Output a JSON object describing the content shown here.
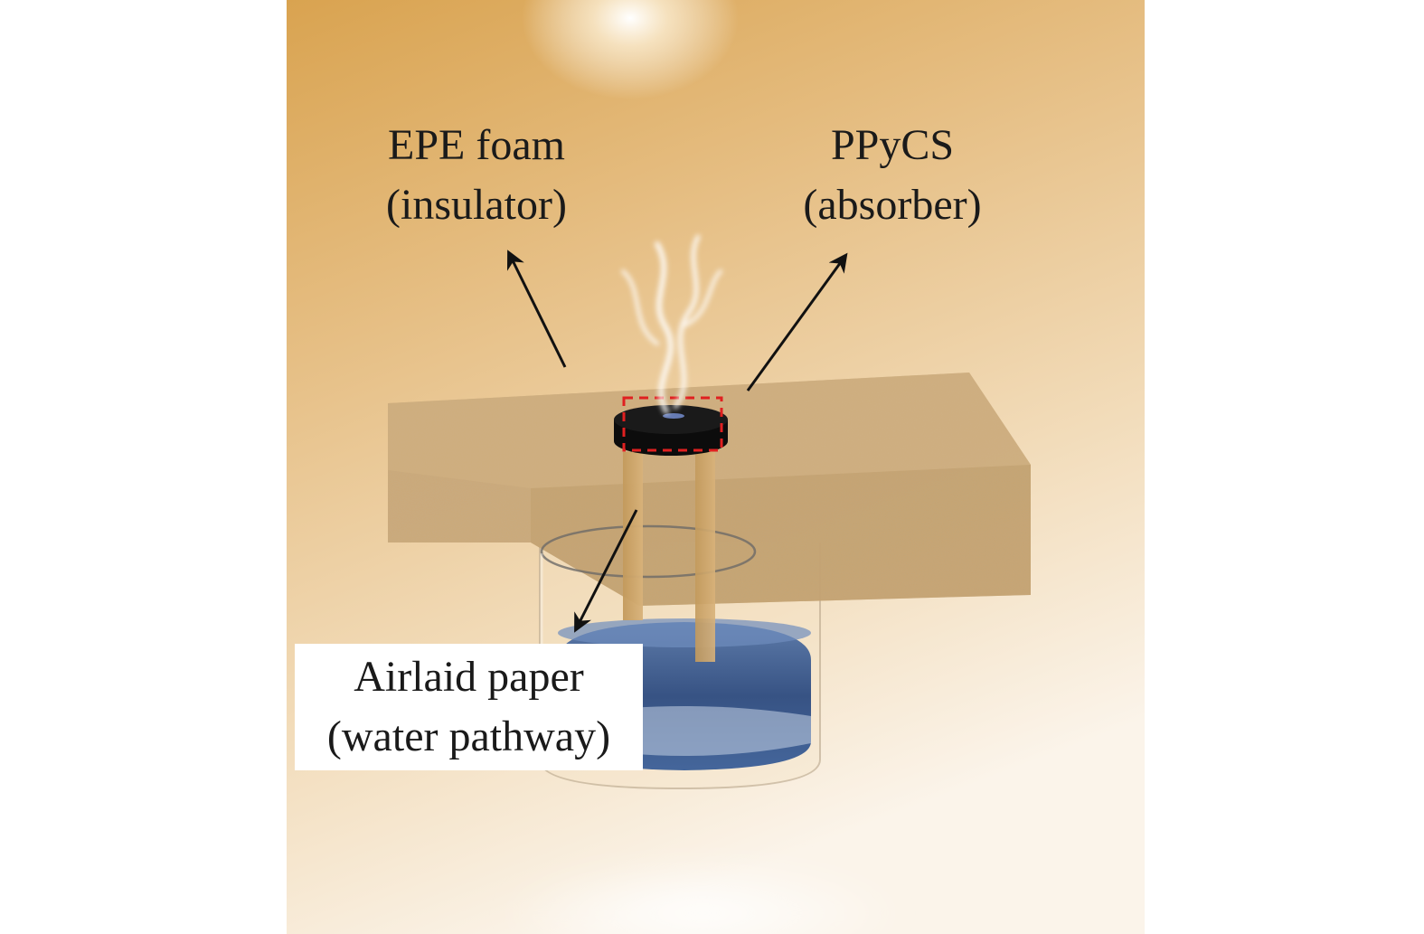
{
  "labels": {
    "epe_line1": "EPE foam",
    "epe_line2": "(insulator)",
    "ppycs_line1": "PPyCS",
    "ppycs_line2": "(absorber)",
    "airlaid_line1": "Airlaid paper",
    "airlaid_line2": "(water pathway)"
  },
  "colors": {
    "background_top": "#d49a45",
    "background_bottom": "#fbf5ec",
    "foam": "#c7a370",
    "absorber": "#111111",
    "highlight_box": "#e02020",
    "water": "#2f4f86",
    "arrow": "#111111"
  }
}
